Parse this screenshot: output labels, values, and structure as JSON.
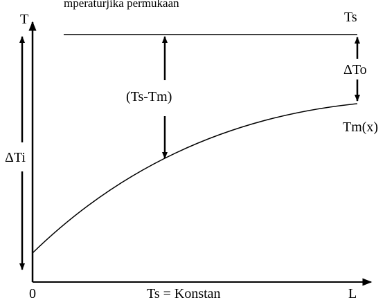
{
  "header": {
    "partial_text": "mperaturjika permukaan"
  },
  "labels": {
    "y_axis": "T",
    "x_axis": "L",
    "origin": "0",
    "ts": "Ts",
    "delta_to": "ΔTo",
    "tm_x": "Tm(x)",
    "ts_minus_tm": "(Ts-Tm)",
    "delta_ti": "ΔTi",
    "caption": "Ts = Konstan"
  },
  "colors": {
    "ink": "#000000",
    "background": "#ffffff"
  }
}
